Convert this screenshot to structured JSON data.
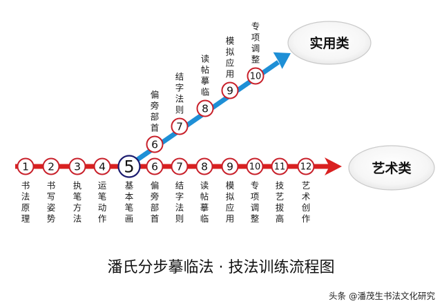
{
  "title": "潘氏分步摹临法 · 技法训练流程图",
  "watermark": "头条 @潘茂生书法文化研究",
  "groups": {
    "practical": "实用类",
    "art": "艺术类"
  },
  "main_steps": [
    {
      "num": "1",
      "label": "书法原理"
    },
    {
      "num": "2",
      "label": "书写姿势"
    },
    {
      "num": "3",
      "label": "执笔方法"
    },
    {
      "num": "4",
      "label": "运笔动作"
    },
    {
      "num": "5",
      "label": "基本笔画"
    },
    {
      "num": "6",
      "label": "偏旁部首"
    },
    {
      "num": "7",
      "label": "结字法则"
    },
    {
      "num": "8",
      "label": "读帖摹临"
    },
    {
      "num": "9",
      "label": "模拟应用"
    },
    {
      "num": "10",
      "label": "专项调整"
    },
    {
      "num": "11",
      "label": "技艺拔高"
    },
    {
      "num": "12",
      "label": "艺术创作"
    }
  ],
  "branch_steps": [
    {
      "num": "6",
      "label": "偏旁部首"
    },
    {
      "num": "7",
      "label": "结字法则"
    },
    {
      "num": "8",
      "label": "读帖摹临"
    },
    {
      "num": "9",
      "label": "模拟应用"
    },
    {
      "num": "10",
      "label": "专项调整"
    }
  ],
  "colors": {
    "main_line": "#d92020",
    "branch_line": "#1e8fd6",
    "node_border": "#c8202a",
    "hub_border": "#1a1a6e",
    "ellipse_stroke": "#c9c9c9"
  }
}
